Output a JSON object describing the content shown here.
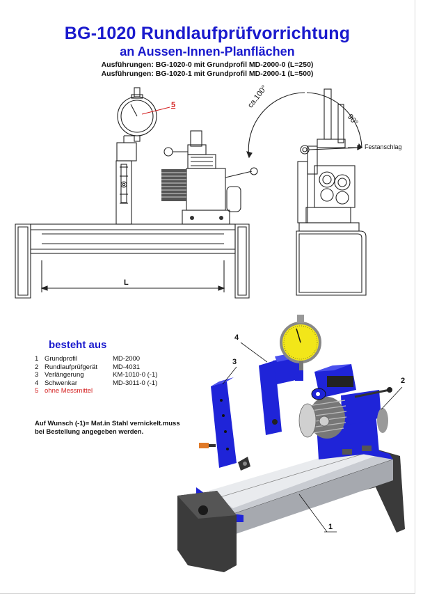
{
  "title": "BG-1020  Rundlaufprüfvorrichtung",
  "subtitle": "an Aussen-Innen-Planflächen",
  "variants": [
    "Ausführungen: BG-1020-0 mit Grundprofil MD-2000-0 (L=250)",
    "Ausführungen: BG-1020-1 mit Grundprofil MD-2000-1 (L=500)"
  ],
  "drawing": {
    "label_5": "5",
    "dimension_L": "L",
    "angle_100": "ca.100°",
    "angle_90": "90°",
    "stop_label": "Festanschlag"
  },
  "colors": {
    "title": "#1a1acd",
    "part_blue": "#1f24d8",
    "gauge_yellow": "#f2e619",
    "red": "#d42020"
  },
  "parts": {
    "heading": "besteht aus",
    "items": [
      {
        "num": "1",
        "name": "Grundprofil",
        "code": "MD-2000"
      },
      {
        "num": "2",
        "name": "Rundlaufprüfgerät",
        "code": "MD-4031"
      },
      {
        "num": "3",
        "name": "Verlängerung",
        "code": "KM-1010-0 (-1)"
      },
      {
        "num": "4",
        "name": "Schwenkar",
        "code": "MD-3011-0 (-1)"
      },
      {
        "num": "5",
        "name": "ohne Messmittel",
        "code": ""
      }
    ]
  },
  "note": [
    "Auf Wunsch (-1)= Mat.in Stahl vernickelt.muss",
    "bei Bestellung angegeben werden."
  ],
  "callouts": {
    "c1": "1",
    "c2": "2",
    "c3": "3",
    "c4": "4"
  }
}
